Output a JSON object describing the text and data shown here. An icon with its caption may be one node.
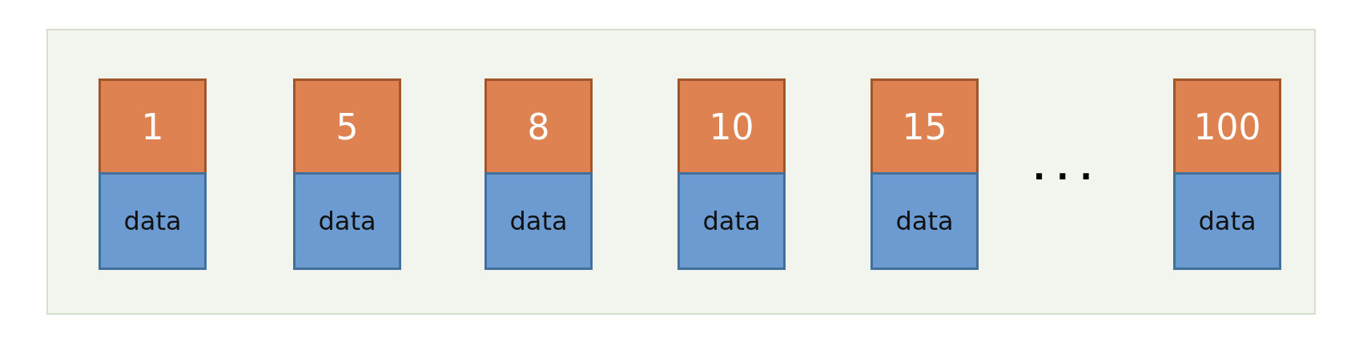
{
  "diagram": {
    "nodes": [
      {
        "text": [],
        "shape": "box"
      },
      {
        "text": [
          "1"
        ],
        "in": 0
      },
      {
        "text": [
          "data"
        ],
        "in": 0
      },
      {
        "text": [
          "5"
        ],
        "in": 0
      },
      {
        "text": [
          "data"
        ],
        "in": 0
      },
      {
        "text": [
          "8"
        ],
        "in": 0
      },
      {
        "text": [
          "data"
        ],
        "in": 0
      },
      {
        "text": [
          "10"
        ],
        "in": 0
      },
      {
        "text": [
          "data"
        ],
        "in": 0
      },
      {
        "text": [
          "15"
        ],
        "in": 0
      },
      {
        "text": [
          "data"
        ],
        "in": 0
      },
      {
        "text": [
          "100"
        ],
        "in": 0
      },
      {
        "text": [
          "data"
        ],
        "in": 0
      }
    ],
    "labels": [
      "..."
    ]
  }
}
